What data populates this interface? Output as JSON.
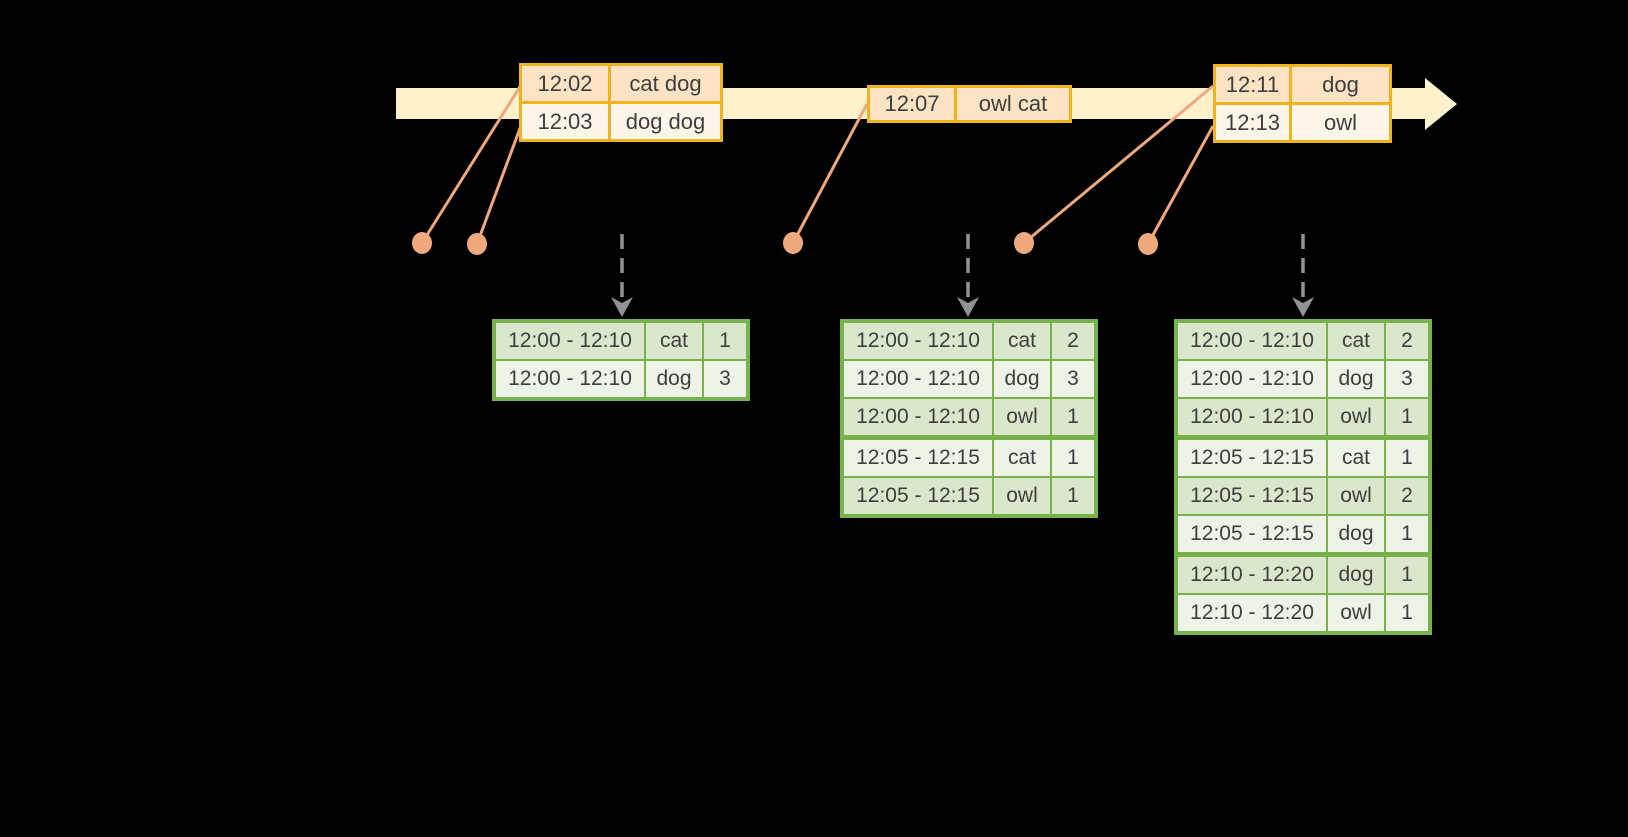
{
  "colors": {
    "background": "#000000",
    "timeline_band": "#fcf1ca",
    "event_border": "#f0b320",
    "event_row_dark": "#fbe3c3",
    "event_row_light": "#fdf5e8",
    "connector": "#efa97d",
    "trigger_arrow": "#909296",
    "result_border": "#77b34a",
    "result_row_dark": "#dbe7cc",
    "result_row_light": "#edf3e6",
    "text": "#3e3e3e"
  },
  "event_tables": [
    {
      "rows": [
        {
          "time": "12:02",
          "words": "cat dog"
        },
        {
          "time": "12:03",
          "words": "dog dog"
        }
      ]
    },
    {
      "rows": [
        {
          "time": "12:07",
          "words": "owl cat"
        }
      ]
    },
    {
      "rows": [
        {
          "time": "12:11",
          "words": "dog"
        },
        {
          "time": "12:13",
          "words": "owl"
        }
      ]
    }
  ],
  "result_tables": [
    {
      "rows": [
        {
          "window": "12:00 - 12:10",
          "word": "cat",
          "count": "1"
        },
        {
          "window": "12:00 - 12:10",
          "word": "dog",
          "count": "3"
        }
      ]
    },
    {
      "rows": [
        {
          "window": "12:00 - 12:10",
          "word": "cat",
          "count": "2"
        },
        {
          "window": "12:00 - 12:10",
          "word": "dog",
          "count": "3"
        },
        {
          "window": "12:00 - 12:10",
          "word": "owl",
          "count": "1"
        },
        {
          "window": "12:05 - 12:15",
          "word": "cat",
          "count": "1"
        },
        {
          "window": "12:05 - 12:15",
          "word": "owl",
          "count": "1"
        }
      ]
    },
    {
      "rows": [
        {
          "window": "12:00 - 12:10",
          "word": "cat",
          "count": "2"
        },
        {
          "window": "12:00 - 12:10",
          "word": "dog",
          "count": "3"
        },
        {
          "window": "12:00 - 12:10",
          "word": "owl",
          "count": "1"
        },
        {
          "window": "12:05 - 12:15",
          "word": "cat",
          "count": "1"
        },
        {
          "window": "12:05 - 12:15",
          "word": "owl",
          "count": "2"
        },
        {
          "window": "12:05 - 12:15",
          "word": "dog",
          "count": "1"
        },
        {
          "window": "12:10 - 12:20",
          "word": "dog",
          "count": "1"
        },
        {
          "window": "12:10 - 12:20",
          "word": "owl",
          "count": "1"
        }
      ]
    }
  ]
}
